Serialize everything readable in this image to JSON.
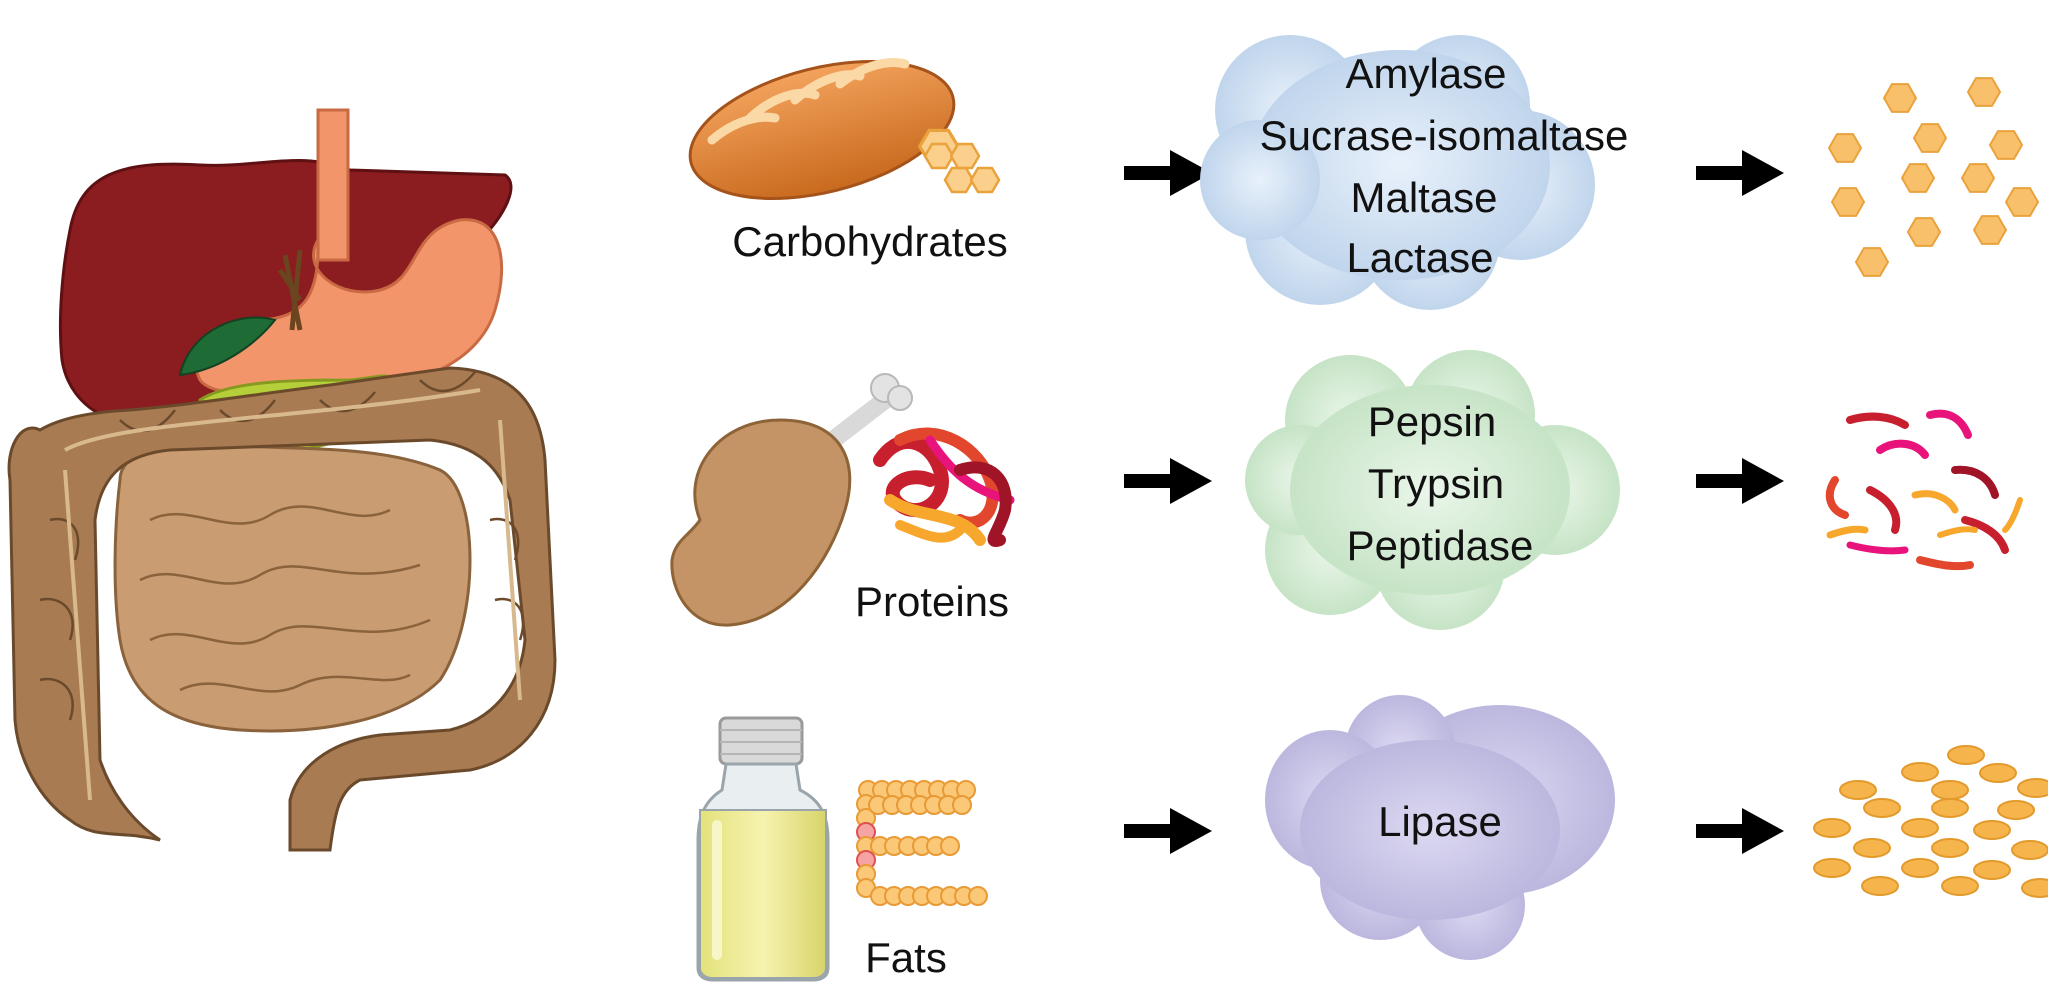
{
  "nutrients": [
    {
      "label": "Carbohydrates",
      "enzymes": [
        "Amylase",
        "Sucrase-isomaltase",
        "Maltase",
        "Lactase"
      ],
      "enzyme_color": "#bcd4ee",
      "product_color": "#f8c06a"
    },
    {
      "label": "Proteins",
      "enzymes": [
        "Pepsin",
        "Trypsin",
        "Peptidase"
      ],
      "enzyme_color": "#c8e6c4",
      "product_color": "#c81f2e"
    },
    {
      "label": "Fats",
      "enzymes": [
        "Lipase"
      ],
      "enzyme_color": "#c6c2e6",
      "product_color": "#f6b44c"
    }
  ],
  "colors": {
    "liver": "#8b1c20",
    "stomach": "#f2956a",
    "gallbladder": "#b5cf3a",
    "large_intestine": "#a87b52",
    "small_intestine": "#c99c72",
    "arrow": "#000000"
  },
  "icons": [
    "digestive-system-icon",
    "bread-icon",
    "chicken-leg-icon",
    "protein-ribbon-icon",
    "oil-bottle-icon",
    "fat-globule-chain-icon"
  ]
}
